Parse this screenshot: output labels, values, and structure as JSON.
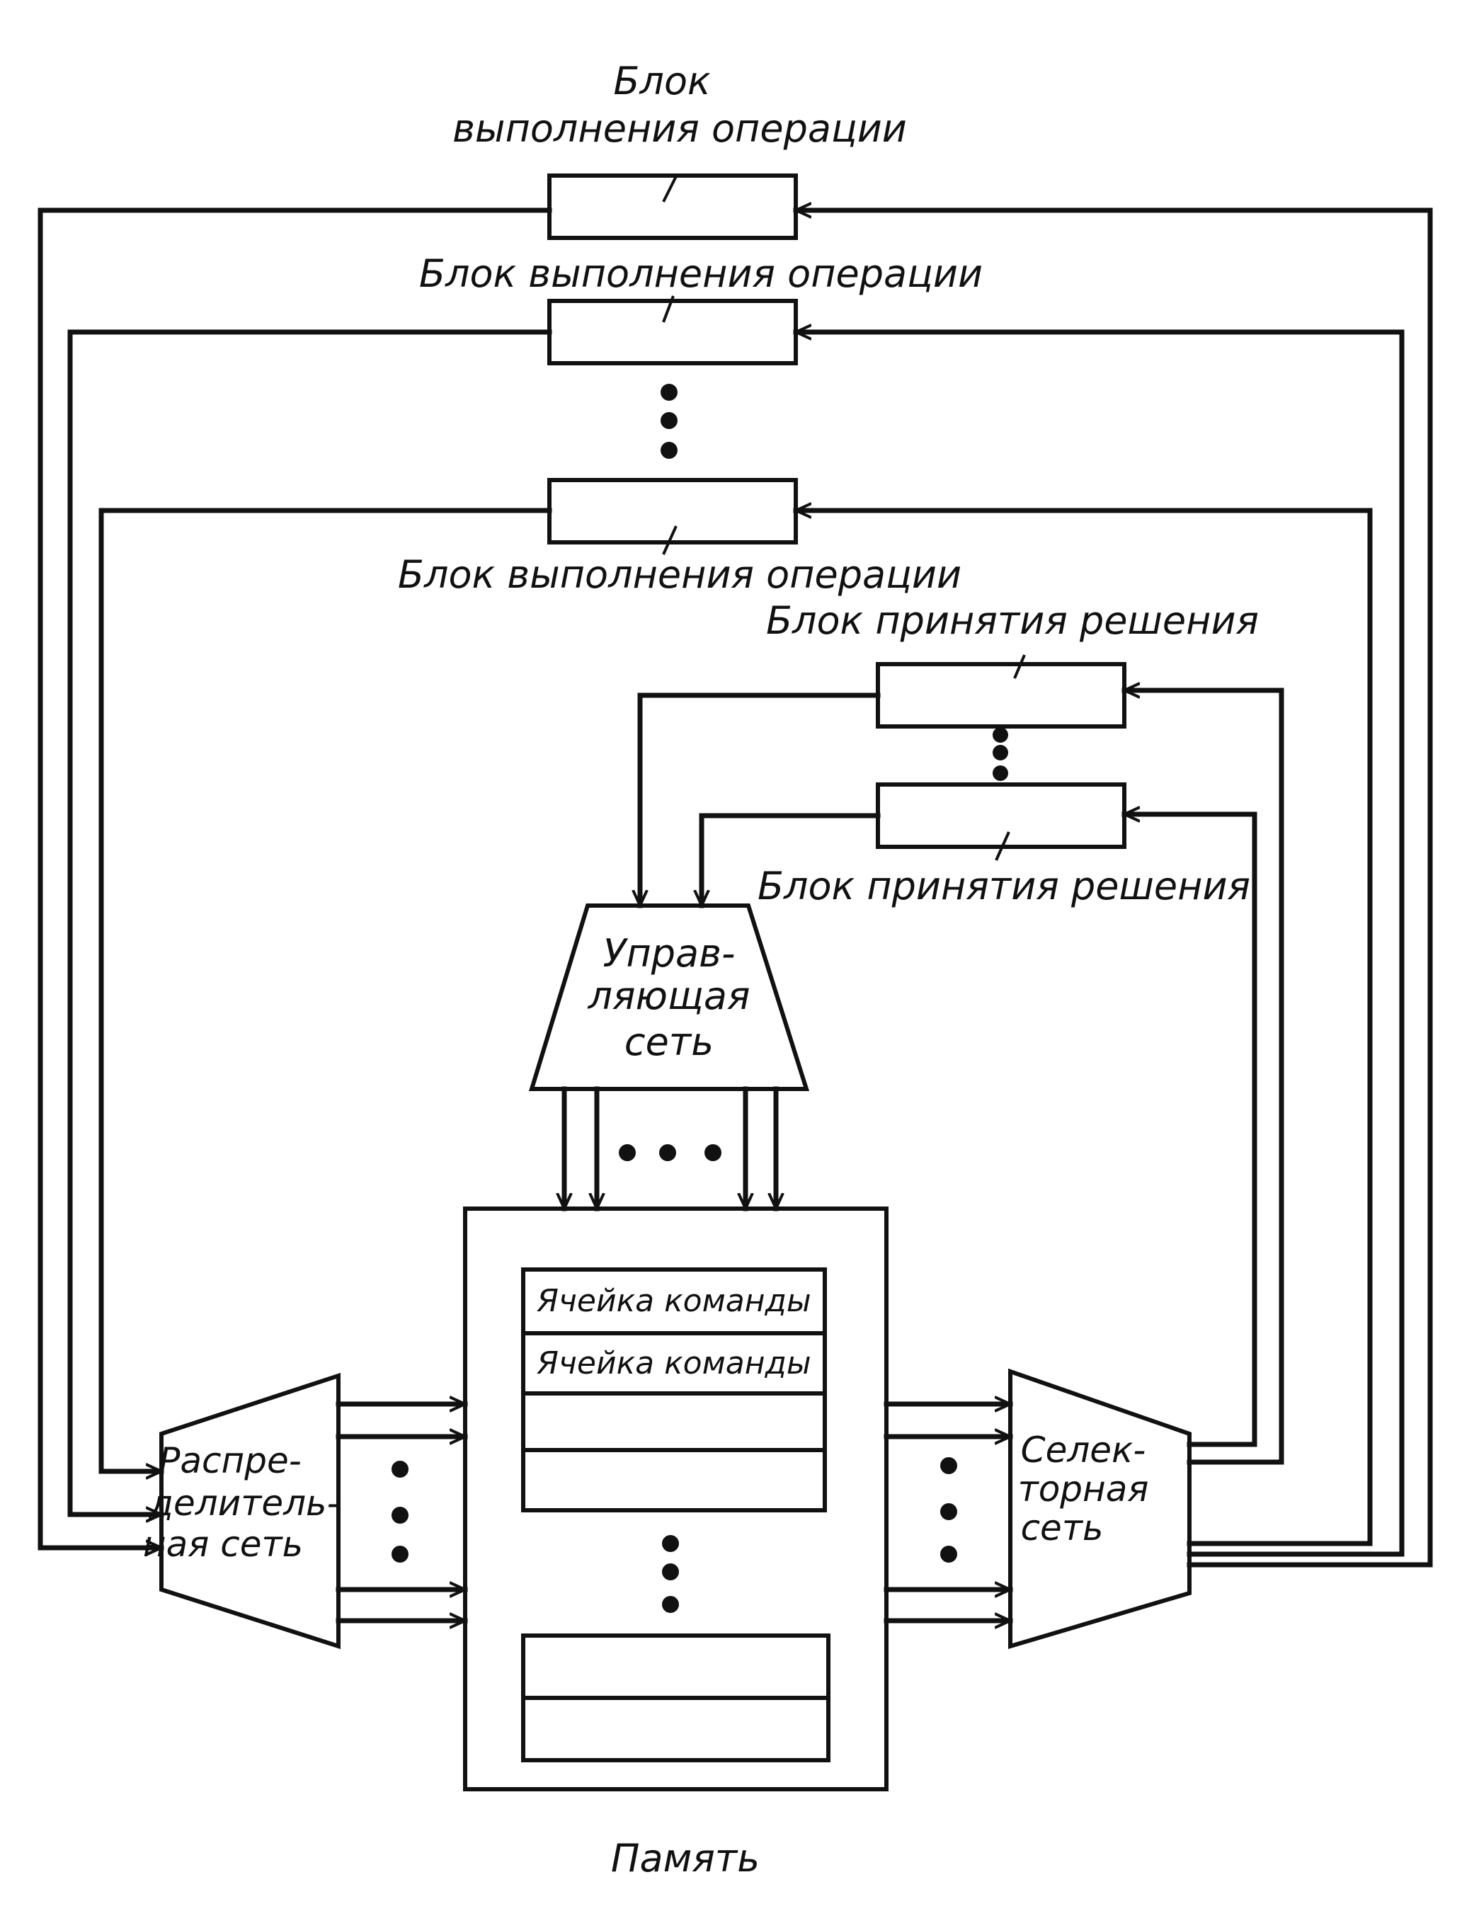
{
  "labels": {
    "exec_top_line1": "Блок",
    "exec_top_line2": "выполнения операции",
    "exec_second": "Блок выполнения операции",
    "exec_third": "Блок выполнения операции",
    "decision_top": "Блок принятия решения",
    "decision_bottom": "Блок принятия решения",
    "control_network": [
      "Управ-",
      "ляющая",
      "сеть"
    ],
    "distribution_network": [
      "Распре-",
      "делитель-",
      "ная сеть"
    ],
    "selector_network": [
      "Селек-",
      "торная",
      "сеть"
    ],
    "command_cell_1": "Ячейка команды",
    "command_cell_2": "Ячейка команды",
    "memory": "Память"
  }
}
